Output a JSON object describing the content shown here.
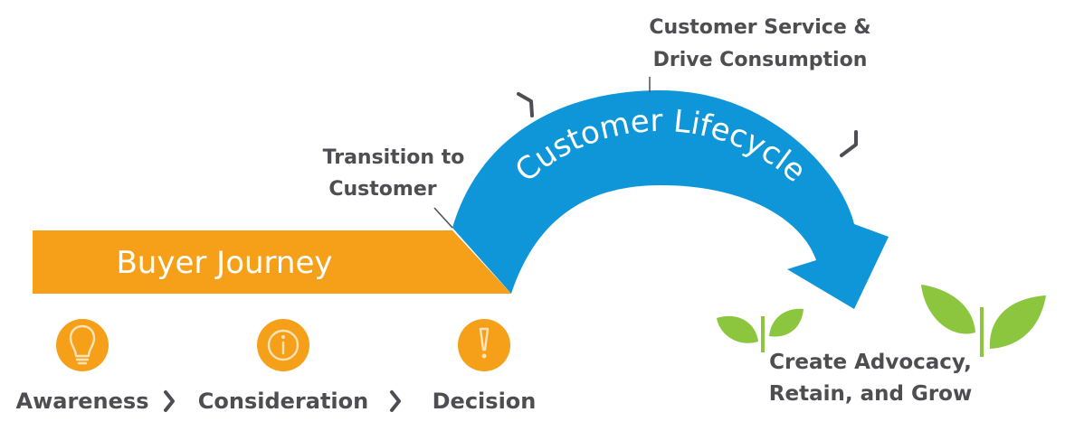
{
  "banner": {
    "label": "Buyer Journey"
  },
  "arc": {
    "label": "Customer Lifecycle"
  },
  "callouts": {
    "transition_line1": "Transition to",
    "transition_line2": "Customer",
    "service_line1": "Customer Service &",
    "service_line2": "Drive Consumption",
    "advocacy_line1": "Create Advocacy,",
    "advocacy_line2": "Retain, and Grow"
  },
  "stages": [
    {
      "label": "Awareness",
      "icon": "lightbulb-icon"
    },
    {
      "label": "Consideration",
      "icon": "info-icon"
    },
    {
      "label": "Decision",
      "icon": "exclamation-icon"
    }
  ],
  "colors": {
    "banner_orange": "#f6a01a",
    "arc_blue": "#0e96d8",
    "text_gray": "#4d4d52",
    "leaf_green": "#8cc63f"
  }
}
